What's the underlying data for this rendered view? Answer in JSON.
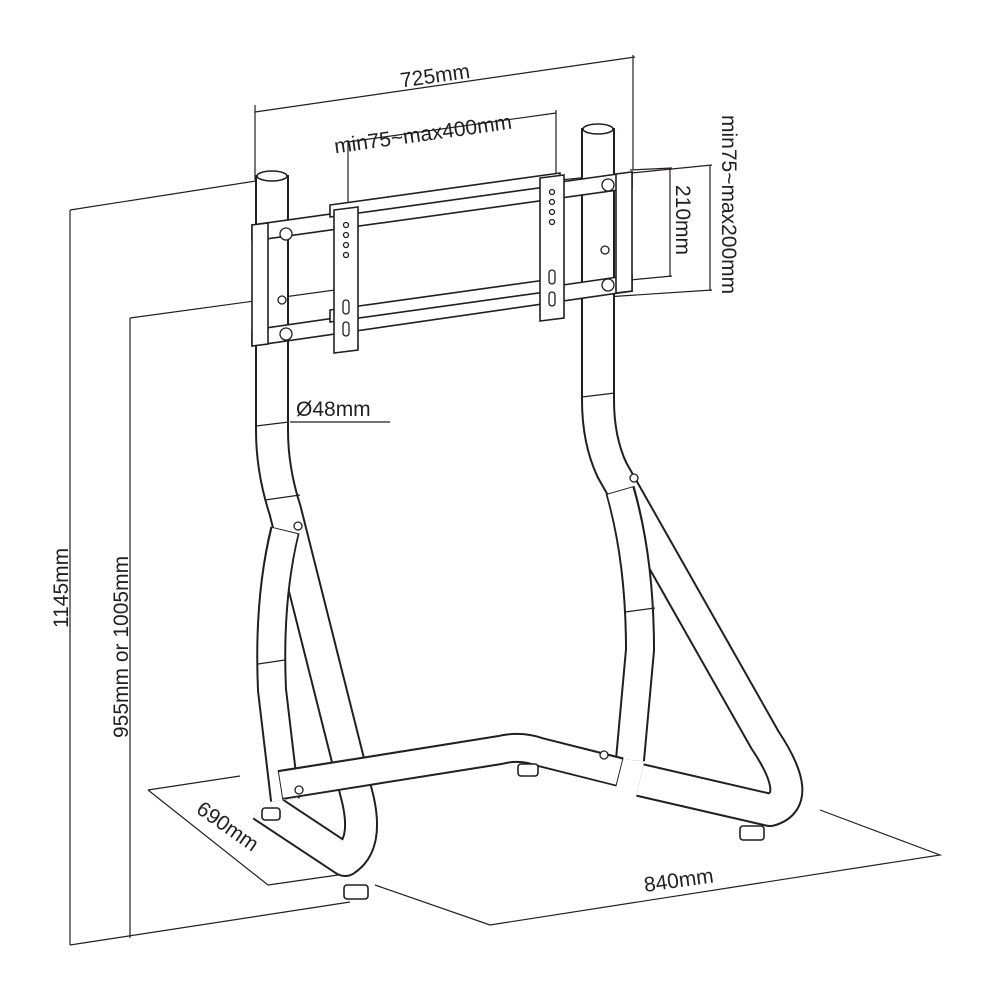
{
  "title": "TV floor stand dimension drawing",
  "dimensions": {
    "overall_width": "725mm",
    "vesa_horizontal": "min75~max400mm",
    "vesa_vertical": "min75~max200mm",
    "bracket_height": "210mm",
    "tube_diameter": "Ø48mm",
    "total_height": "1145mm",
    "mount_height": "955mm or 1005mm",
    "base_depth": "690mm",
    "base_width": "840mm"
  },
  "colors": {
    "line": "#231f20",
    "background": "#ffffff"
  }
}
